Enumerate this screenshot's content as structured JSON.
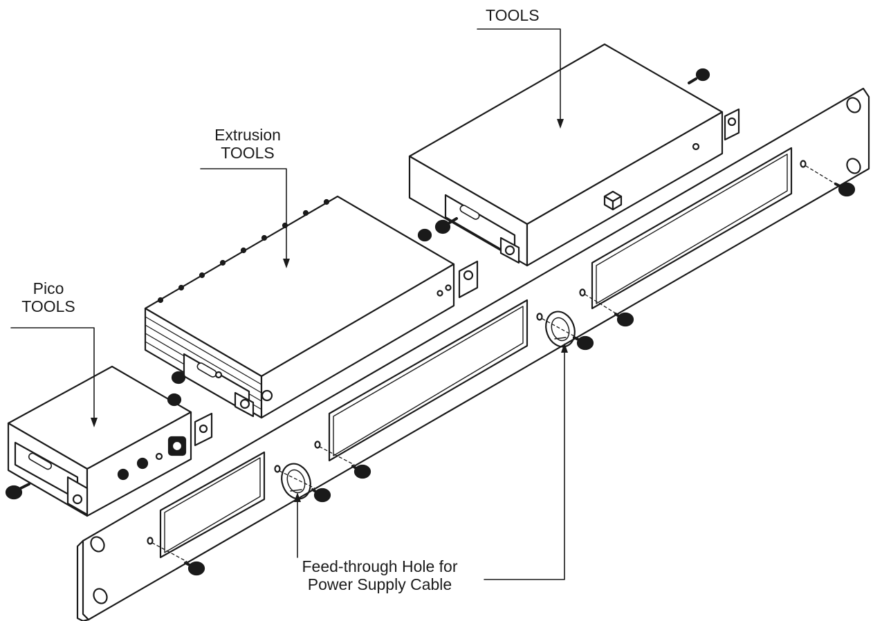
{
  "labels": {
    "tools_top": "TOOLS",
    "extrusion_line1": "Extrusion",
    "extrusion_line2": "TOOLS",
    "pico_line1": "Pico",
    "pico_line2": "TOOLS",
    "feed_line1": "Feed-through Hole for",
    "feed_line2": "Power Supply Cable"
  },
  "colors": {
    "ink": "#1a1a1a",
    "panel_fill": "#ffffff",
    "cutout_fill": "#ffffff"
  }
}
